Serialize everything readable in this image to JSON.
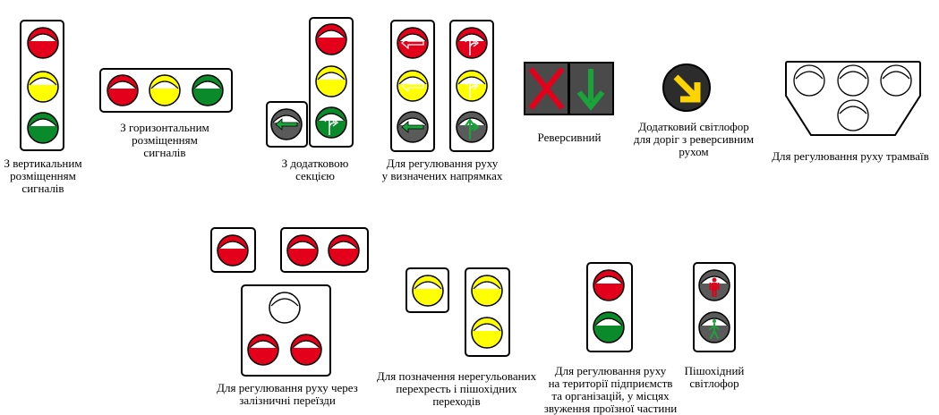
{
  "colors": {
    "red": "#e3001b",
    "yellow": "#ffff00",
    "green": "#0a8a2a",
    "off": "#5a5a5a",
    "white": "#ffffff",
    "reverse_bg": "#4a4a4a",
    "cross": "#e3001b",
    "arrow_green": "#1aa33a"
  },
  "captions": {
    "vertical": "З вертикальним\nрозміщенням\nсигналів",
    "horizontal": "З горизонтальним\nрозміщенням\nсигналів",
    "additional_section": "З додатковою\nсекцією",
    "directions": "Для регулювання руху\nу визначених напрямках",
    "reversible": "Реверсивний",
    "additional_reversible": "Додатковий  світлофор\nдля доріг з реверсивним\nрухом",
    "tram": "Для регулювання руху трамваїв",
    "railway": "Для регулювання руху через\nзалізничні переїзди",
    "unregulated": "Для позначення нерегульованих\nперехресть і пішохідних\nпереходів",
    "enterprises": "Для регулювання руху\nна території підприємств\nта організацій, у місцях\nзвуження проїзної частини",
    "pedestrian": "Пішохідний\nсвітлофор"
  }
}
